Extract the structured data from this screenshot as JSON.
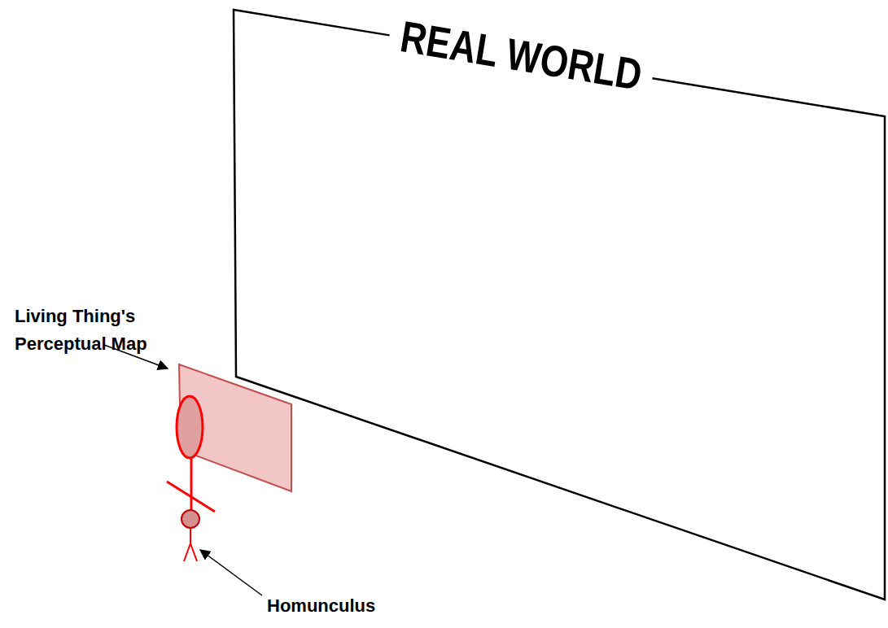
{
  "diagram": {
    "nodes": [
      {
        "text": [
          "REAL WORLD"
        ]
      }
    ],
    "labels": [
      "Living Thing's Perceptual Map",
      "Homunculus"
    ]
  }
}
